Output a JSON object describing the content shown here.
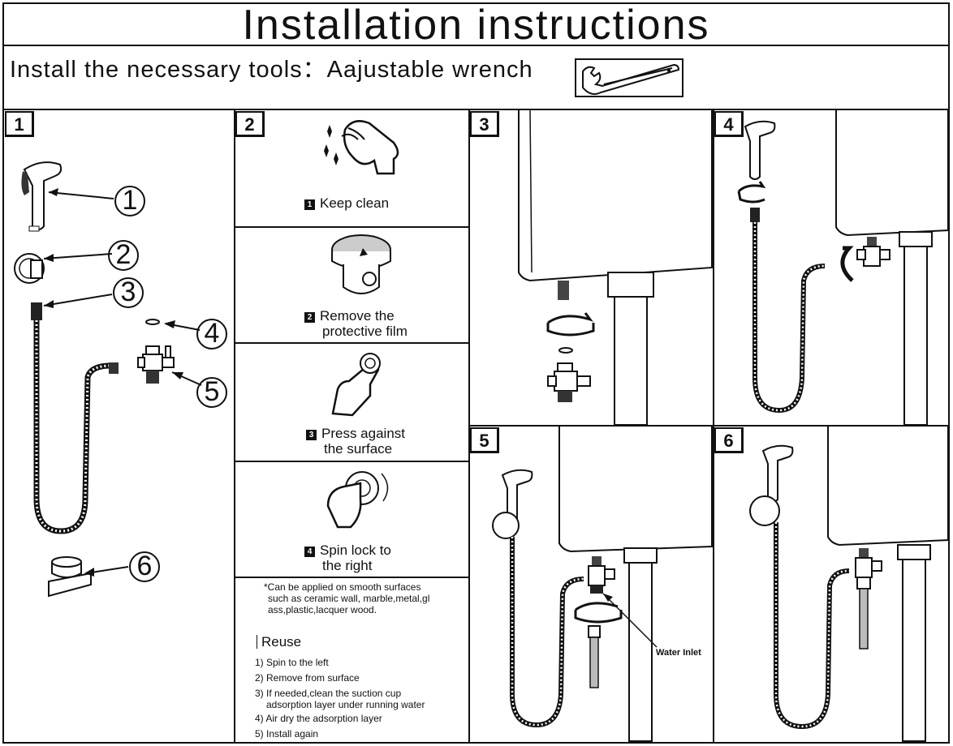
{
  "title": "Installation instructions",
  "tools_line": "Install the necessary tools：Aajustable wrench",
  "tool_icon": "wrench-icon",
  "panels": {
    "p1": {
      "number": "1",
      "parts": [
        "1",
        "2",
        "3",
        "4",
        "5",
        "6"
      ]
    },
    "p2": {
      "number": "2",
      "steps": [
        {
          "bullet": "1",
          "line1": "Keep clean",
          "line2": ""
        },
        {
          "bullet": "2",
          "line1": "Remove the",
          "line2": "protective film"
        },
        {
          "bullet": "3",
          "line1": "Press against",
          "line2": "the surface"
        },
        {
          "bullet": "4",
          "line1": "Spin lock to",
          "line2": "the right"
        }
      ],
      "note": [
        "*Can be applied on smooth surfaces",
        "such as ceramic wall,  marble,metal,gl",
        "ass,plastic,lacquer wood."
      ],
      "reuse_title": "Reuse",
      "reuse_steps": [
        "1) Spin to the left",
        "2) Remove from surface",
        "3) If needed,clean the suction cup",
        "adsorption layer under running water",
        "4) Air dry the adsorption layer",
        "5) Install again"
      ]
    },
    "p3": {
      "number": "3"
    },
    "p4": {
      "number": "4"
    },
    "p5": {
      "number": "5",
      "water_inlet": "Water Inlet"
    },
    "p6": {
      "number": "6"
    }
  }
}
